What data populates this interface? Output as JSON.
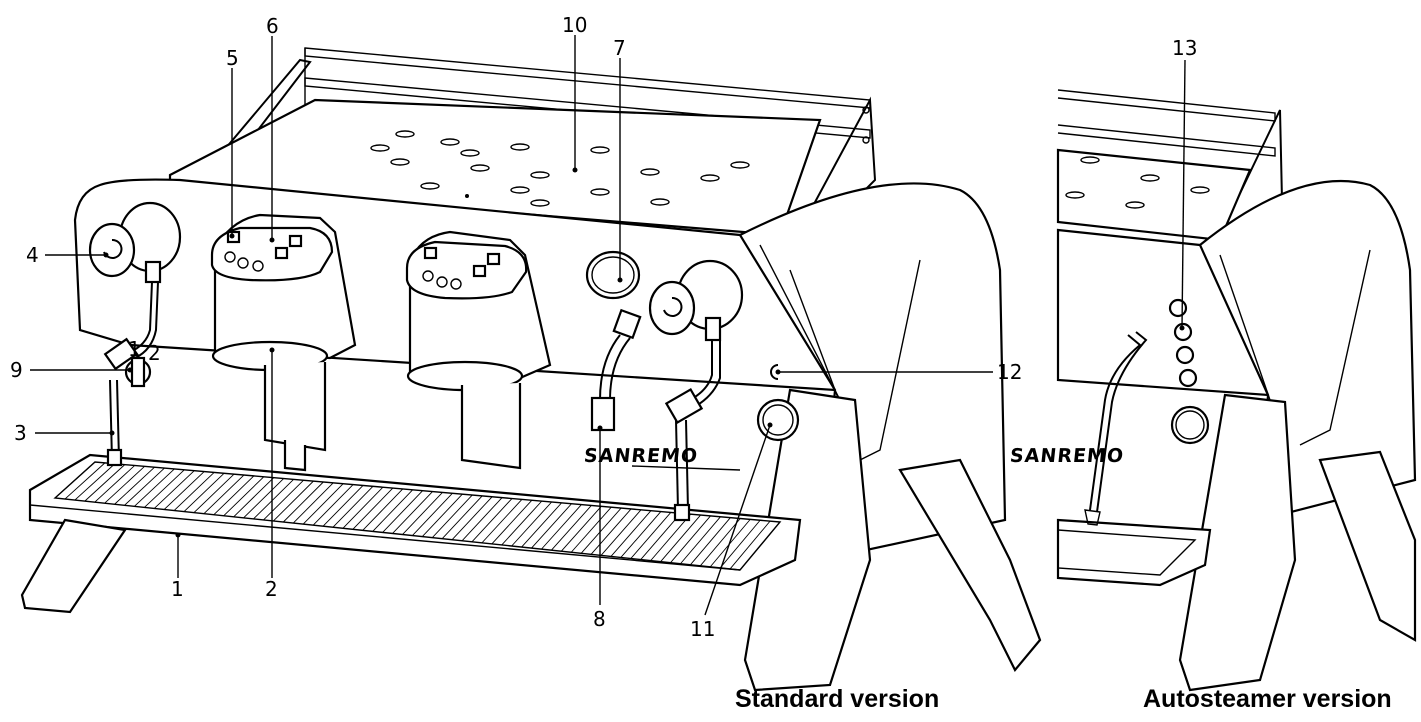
{
  "callouts": [
    {
      "id": "1",
      "label": "1"
    },
    {
      "id": "2",
      "label": "2"
    },
    {
      "id": "3",
      "label": "3"
    },
    {
      "id": "4",
      "label": "4"
    },
    {
      "id": "5",
      "label": "5"
    },
    {
      "id": "6",
      "label": "6"
    },
    {
      "id": "7",
      "label": "7"
    },
    {
      "id": "8",
      "label": "8"
    },
    {
      "id": "9",
      "label": "9"
    },
    {
      "id": "10",
      "label": "10"
    },
    {
      "id": "11",
      "label": "11"
    },
    {
      "id": "12",
      "label": "12"
    },
    {
      "id": "13",
      "label": "13"
    }
  ],
  "captions": {
    "standard": "Standard version",
    "autosteamer": "Autosteamer version"
  },
  "brand_logo": "SANREMO",
  "colors": {
    "line": "#000000",
    "background": "#ffffff"
  }
}
